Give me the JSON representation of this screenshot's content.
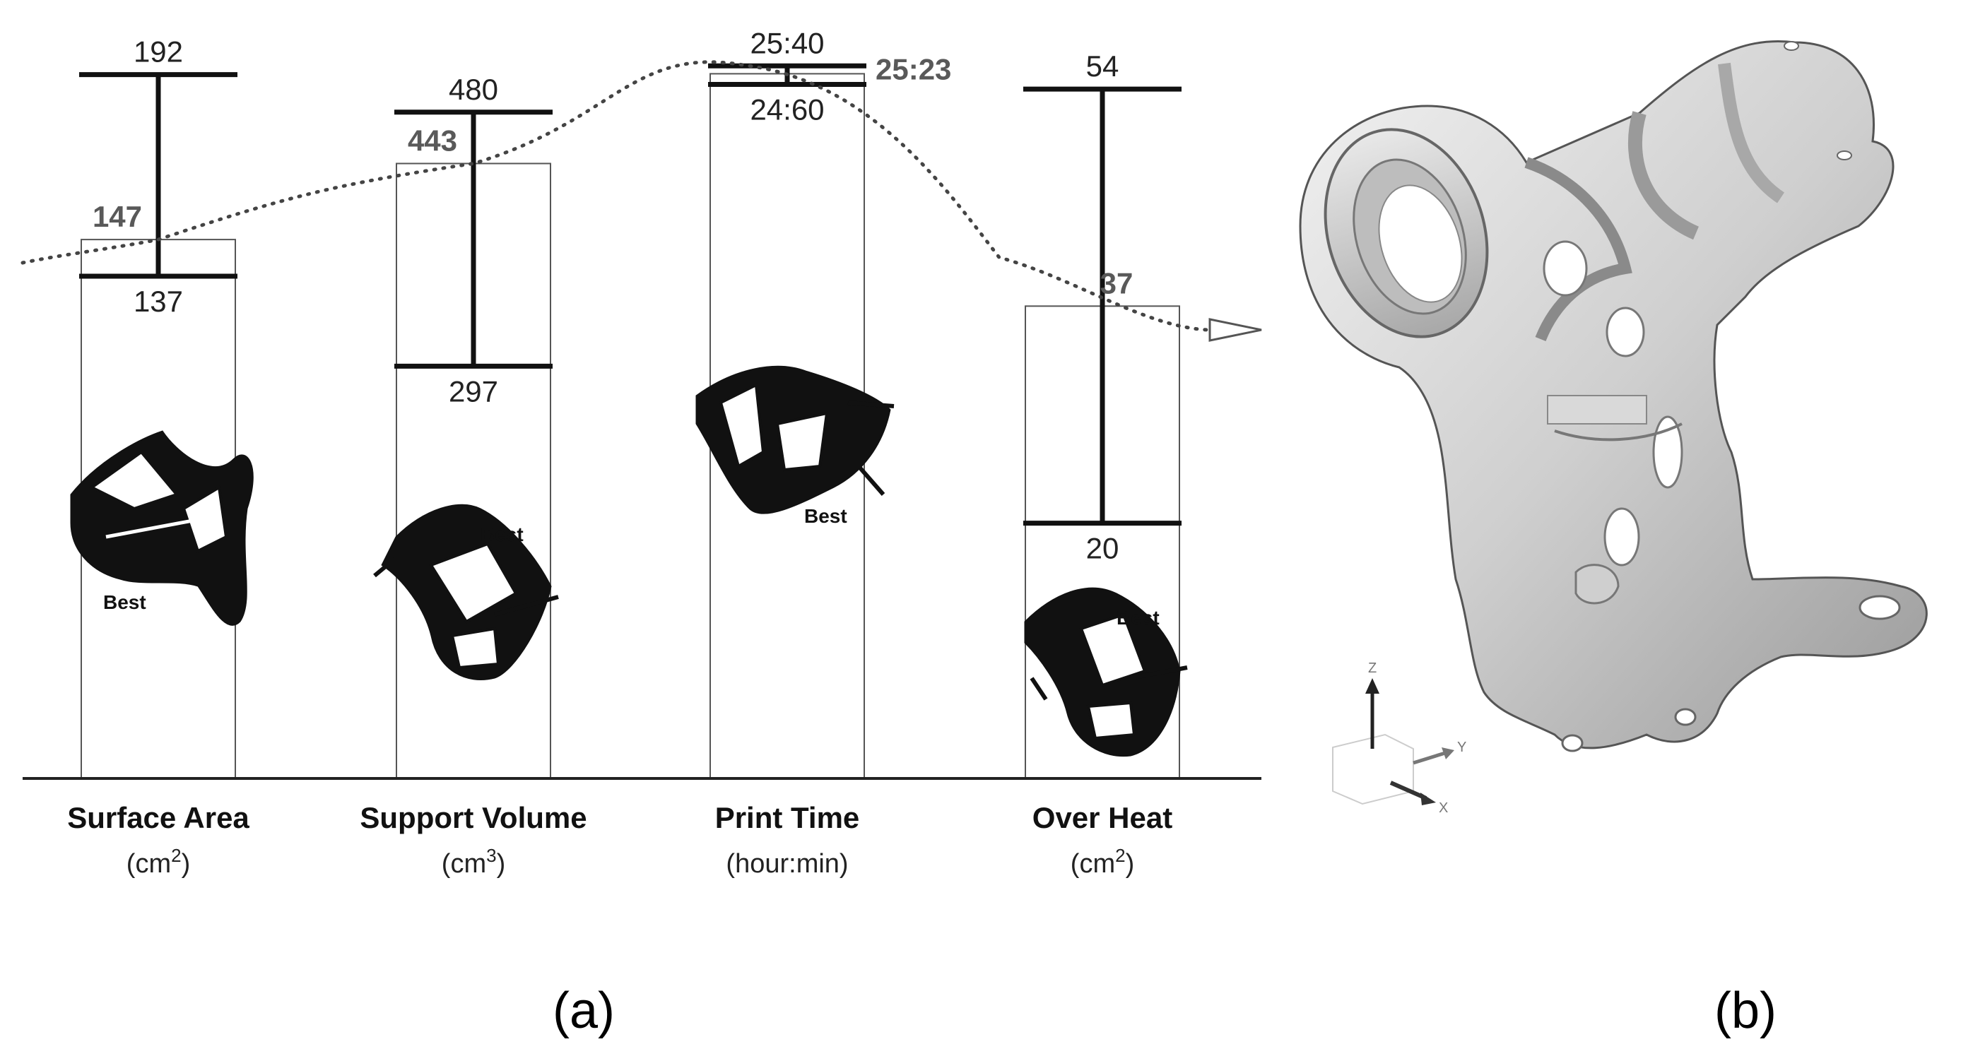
{
  "chart_data": {
    "type": "bar",
    "categories": [
      {
        "name": "Surface Area",
        "unit_base": "cm",
        "unit_sup": "2"
      },
      {
        "name": "Support Volume",
        "unit_base": "cm",
        "unit_sup": "3"
      },
      {
        "name": "Print Time",
        "unit_base": "hour:min",
        "unit_sup": ""
      },
      {
        "name": "Over Heat",
        "unit_base": "cm",
        "unit_sup": "2"
      }
    ],
    "ranges": [
      {
        "max": 192,
        "min": 137,
        "max_label": "192",
        "min_label": "137"
      },
      {
        "max": 480,
        "min": 297,
        "max_label": "480",
        "min_label": "297"
      },
      {
        "max": 1540,
        "min": 1500,
        "max_label": "25:40",
        "min_label": "24:60"
      },
      {
        "max": 54,
        "min": 20,
        "max_label": "54",
        "min_label": "20"
      }
    ],
    "chosen": [
      {
        "value": 147,
        "label": "147"
      },
      {
        "value": 443,
        "label": "443"
      },
      {
        "value": 1523,
        "label": "25:23"
      },
      {
        "value": 37,
        "label": "37"
      }
    ],
    "best_label": "Best",
    "trend_line": "dotted",
    "grid": false,
    "legend": "none"
  },
  "panels": {
    "a": "(a)",
    "b": "(b)"
  },
  "axes_triad": {
    "z": "Z",
    "y": "Y",
    "x": "X"
  }
}
